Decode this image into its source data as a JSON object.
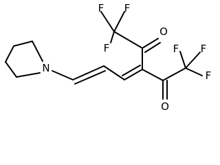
{
  "diagram": {
    "atom_labels": {
      "n_pyrrolidine": "N",
      "f1_top_left": "F",
      "f2_top": "F",
      "f3_left": "F",
      "o_upper_ketone": "O",
      "f4_right_top_left": "F",
      "f5_right_top": "F",
      "f6_right": "F",
      "o_lower_ketone": "O"
    }
  }
}
